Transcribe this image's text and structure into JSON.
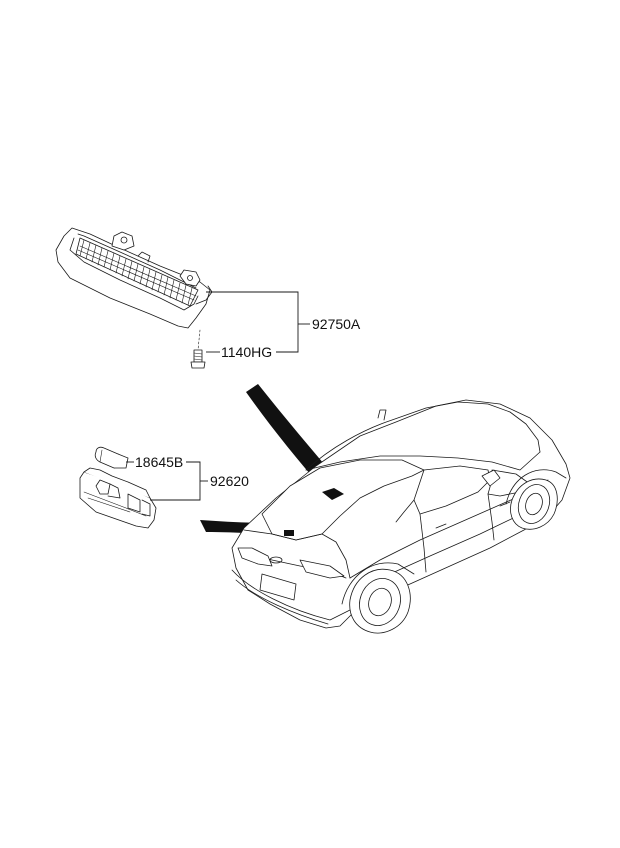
{
  "diagram": {
    "callouts": {
      "lamp_assembly": "92750A",
      "bolt": "1140HG",
      "bulb": "18645B",
      "license_lamp": "92620"
    }
  }
}
